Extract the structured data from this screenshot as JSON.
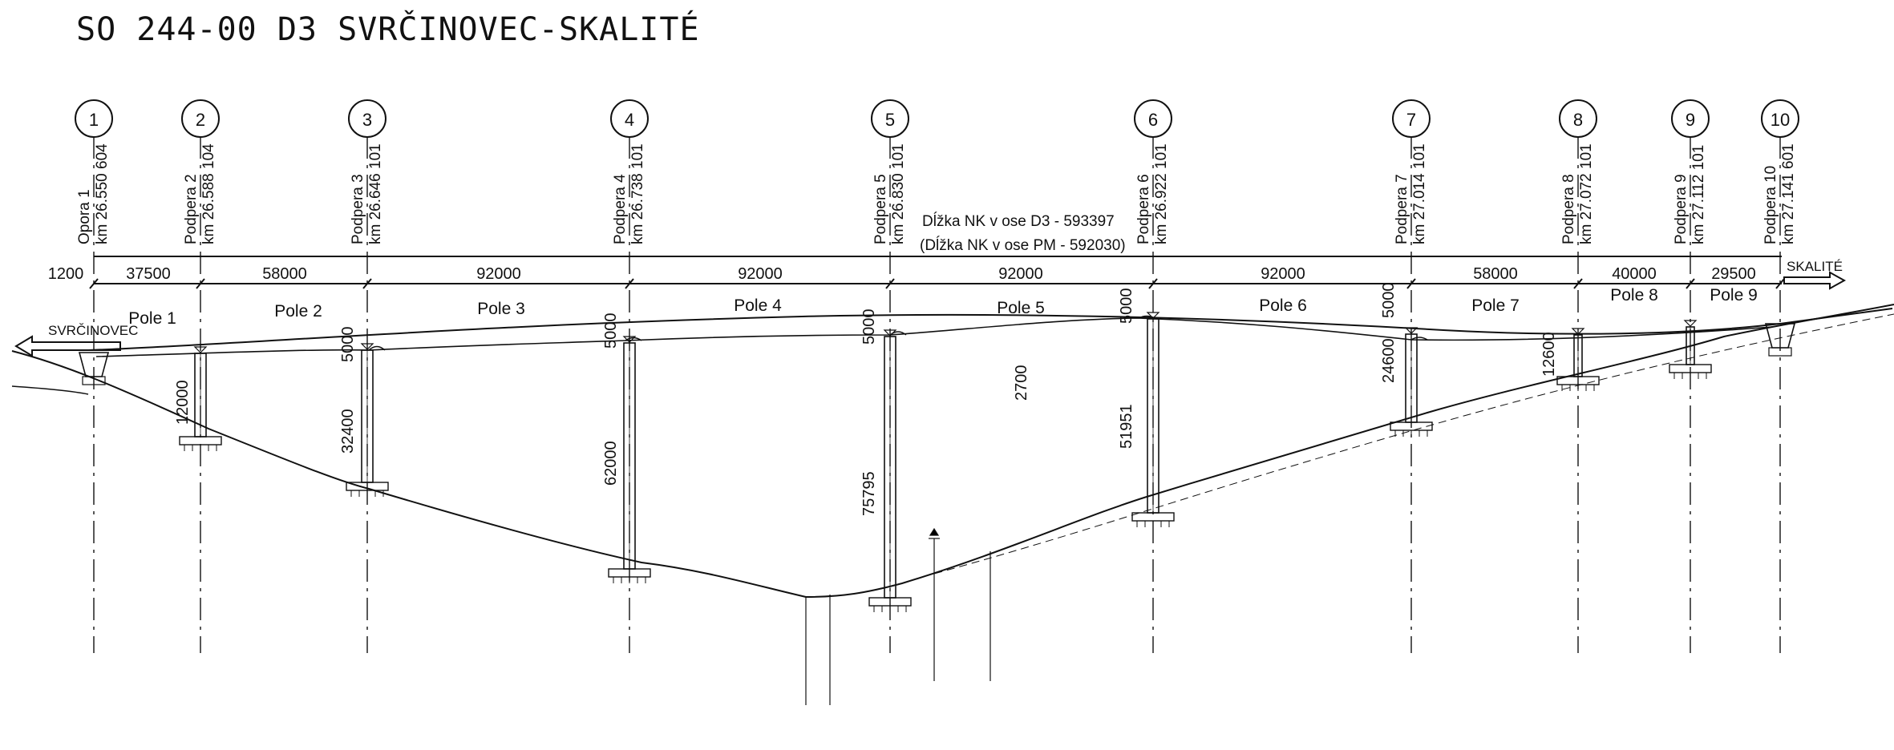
{
  "title": "SO 244-00 D3 SVRČINOVEC-SKALITÉ",
  "axes": [
    {
      "num": "1",
      "name": "Opora 1",
      "km": "km 26.550 604"
    },
    {
      "num": "2",
      "name": "Podpera 2",
      "km": "km 26.588 104"
    },
    {
      "num": "3",
      "name": "Podpera 3",
      "km": "km 26.646 101"
    },
    {
      "num": "4",
      "name": "Podpera 4",
      "km": "km 26.738 101"
    },
    {
      "num": "5",
      "name": "Podpera 5",
      "km": "km 26.830 101"
    },
    {
      "num": "6",
      "name": "Podpera 6",
      "km": "km 26.922 101"
    },
    {
      "num": "7",
      "name": "Podpera 7",
      "km": "km 27.014 101"
    },
    {
      "num": "8",
      "name": "Podpera 8",
      "km": "km 27.072 101"
    },
    {
      "num": "9",
      "name": "Podpera 9",
      "km": "km 27.112 101"
    },
    {
      "num": "10",
      "name": "Podpera 10",
      "km": "km 27.141 601"
    }
  ],
  "length_d3": "Dĺžka NK v ose D3 - 593397",
  "length_pm": "(Dĺžka NK v ose PM - 592030)",
  "span_dims": [
    "1200",
    "37500",
    "58000",
    "92000",
    "92000",
    "92000",
    "92000",
    "58000",
    "40000",
    "29500"
  ],
  "poles": [
    "Pole 1",
    "Pole 2",
    "Pole 3",
    "Pole 4",
    "Pole 5",
    "Pole 6",
    "Pole 7",
    "Pole 8",
    "Pole 9"
  ],
  "dir_left": "SVRČINOVEC",
  "dir_right": "SKALITÉ",
  "dims": {
    "deck_2": "5000",
    "deck_3": "5000",
    "deck_4": "5000",
    "deck_5": "5000",
    "deck_mid": "2700",
    "deck_6": "5000",
    "h_2": "12000",
    "h_3": "32400",
    "h_4": "62000",
    "h_5": "75795",
    "h_6": "51951",
    "h_7": "24600",
    "h_8": "12600"
  }
}
